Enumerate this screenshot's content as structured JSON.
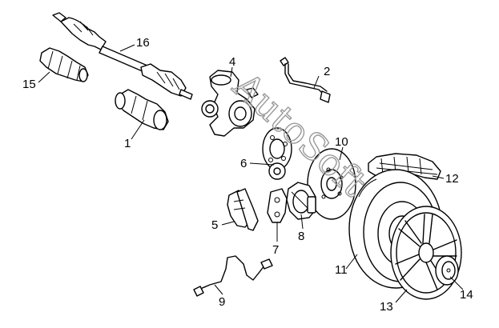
{
  "watermark": "AutoSoft",
  "callouts": [
    {
      "id": "1",
      "label": "1"
    },
    {
      "id": "2",
      "label": "2"
    },
    {
      "id": "4",
      "label": "4"
    },
    {
      "id": "5",
      "label": "5"
    },
    {
      "id": "6",
      "label": "6"
    },
    {
      "id": "7",
      "label": "7"
    },
    {
      "id": "8",
      "label": "8"
    },
    {
      "id": "9",
      "label": "9"
    },
    {
      "id": "10",
      "label": "10"
    },
    {
      "id": "11",
      "label": "11"
    },
    {
      "id": "12",
      "label": "12"
    },
    {
      "id": "13",
      "label": "13"
    },
    {
      "id": "14",
      "label": "14"
    },
    {
      "id": "15",
      "label": "15"
    },
    {
      "id": "16",
      "label": "16"
    }
  ],
  "colors": {
    "line": "#000000",
    "background": "#ffffff",
    "watermark": "#999999"
  }
}
